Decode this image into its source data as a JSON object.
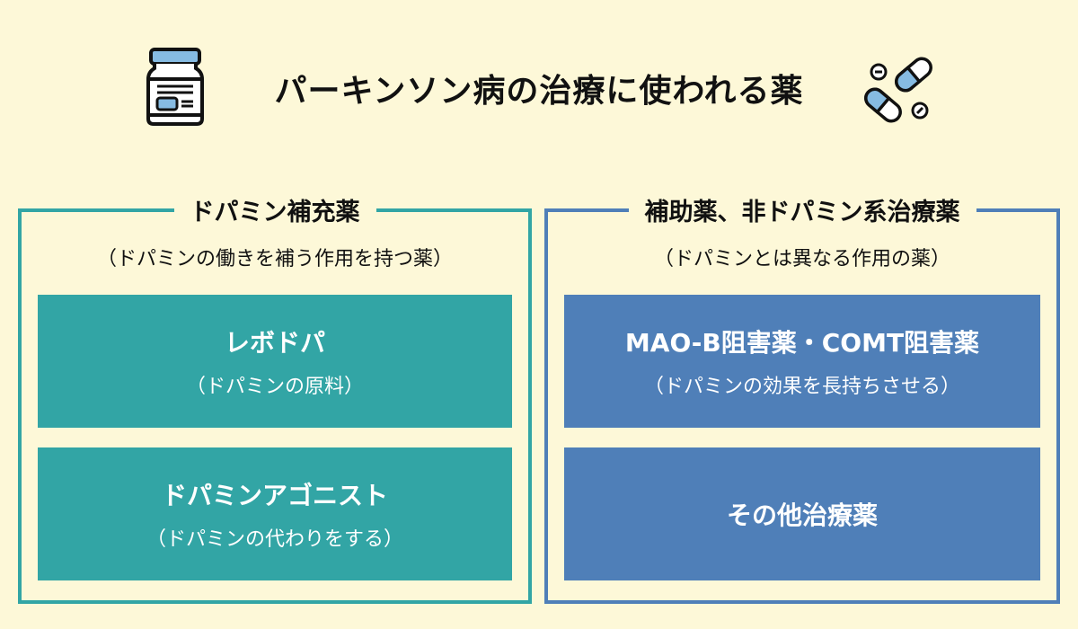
{
  "title": "パーキンソン病の治療に使われる薬",
  "left": {
    "title": "ドパミン補充薬",
    "subtitle": "（ドパミンの働きを補う作用を持つ薬）",
    "boxes": [
      {
        "title": "レボドパ",
        "subtitle": "（ドパミンの原料）"
      },
      {
        "title": "ドパミンアゴニスト",
        "subtitle": "（ドパミンの代わりをする）"
      }
    ]
  },
  "right": {
    "title": "補助薬、非ドパミン系治療薬",
    "subtitle": "（ドパミンとは異なる作用の薬）",
    "boxes": [
      {
        "title": "MAO-B阻害薬・COMT阻害薬",
        "subtitle": "（ドパミンの効果を長持ちさせる）"
      },
      {
        "title": "その他治療薬"
      }
    ]
  },
  "colors": {
    "teal": "#32a5a5",
    "blue": "#4f7fb8",
    "background": "#fdf8d8"
  }
}
